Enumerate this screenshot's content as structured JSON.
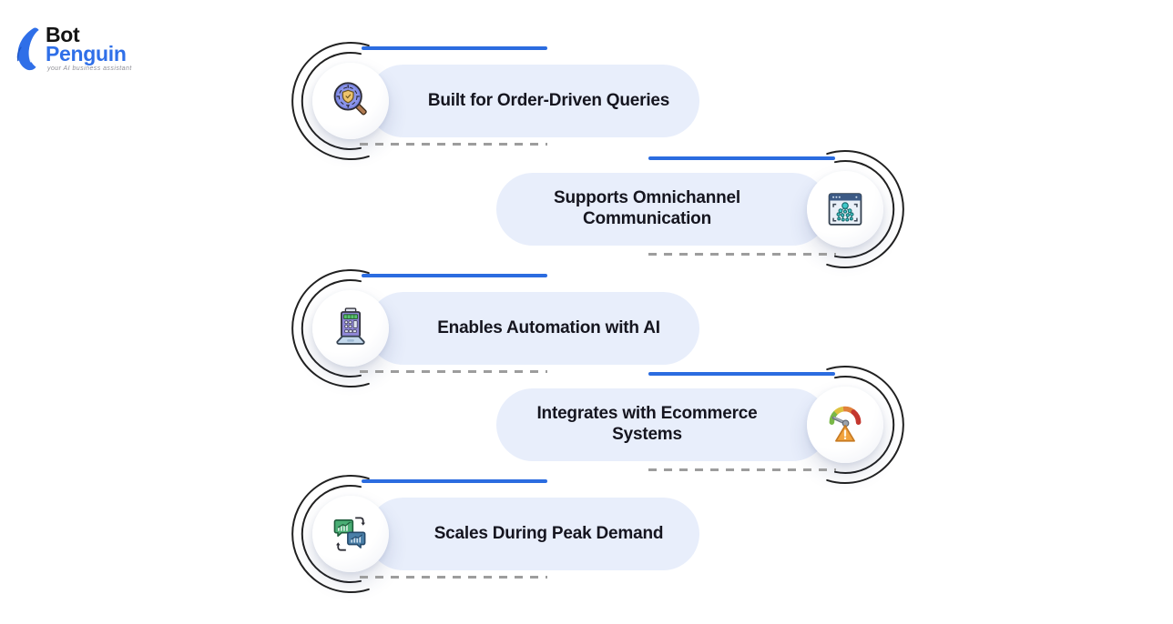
{
  "logo": {
    "name_part1": "Bot",
    "name_part2": "Penguin",
    "tagline": "your AI business assistant"
  },
  "colors": {
    "accent_line": "#2b6ce0",
    "pill_background": "#e8eefb",
    "label_text": "#15151f",
    "dashed_line": "#9d9d9d",
    "logo_blue": "#2f6fe8",
    "arc_stroke": "#212121"
  },
  "items": [
    {
      "label": "Built for Order-Driven Queries",
      "icon": "shield-magnifier-icon",
      "side": "left"
    },
    {
      "label": "Supports Omnichannel Communication",
      "icon": "omnichannel-window-icon",
      "side": "right"
    },
    {
      "label": "Enables Automation with AI",
      "icon": "automation-laptop-icon",
      "side": "left"
    },
    {
      "label": "Integrates with Ecommerce Systems",
      "icon": "gauge-warning-icon",
      "side": "right"
    },
    {
      "label": "Scales During Peak Demand",
      "icon": "chat-sync-icon",
      "side": "left"
    }
  ]
}
